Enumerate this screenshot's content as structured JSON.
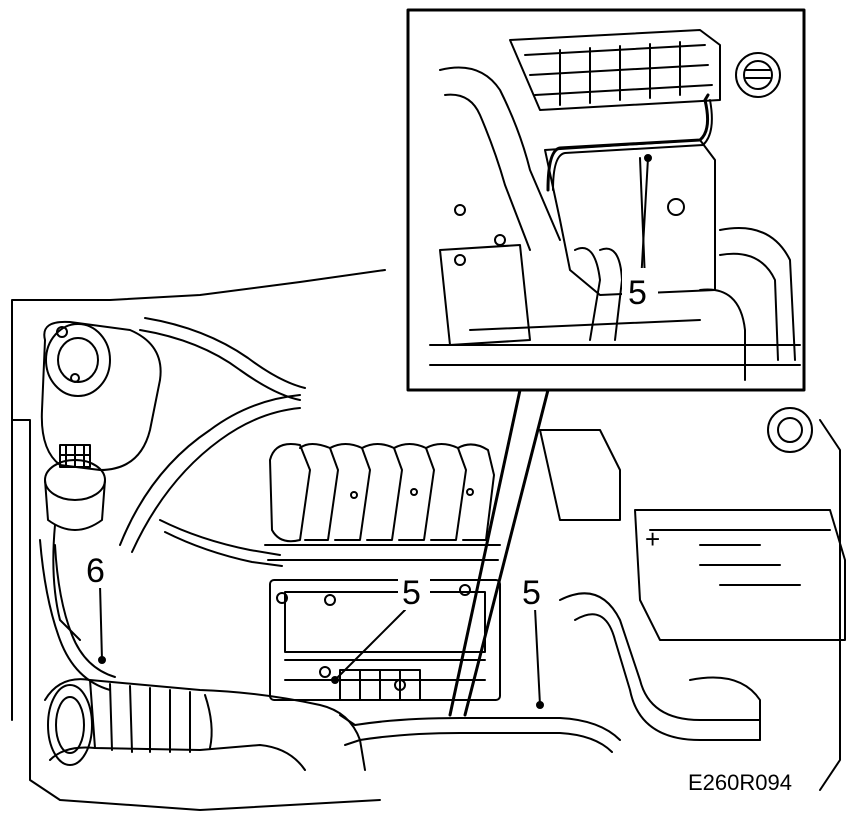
{
  "figure": {
    "reference_code": "E260R094",
    "callouts": {
      "inset_pointer": "5",
      "intake_pointer": "5",
      "center_pointer": "5",
      "left_pointer": "6"
    }
  },
  "colors": {
    "ink": "#000000",
    "paper": "#ffffff"
  }
}
